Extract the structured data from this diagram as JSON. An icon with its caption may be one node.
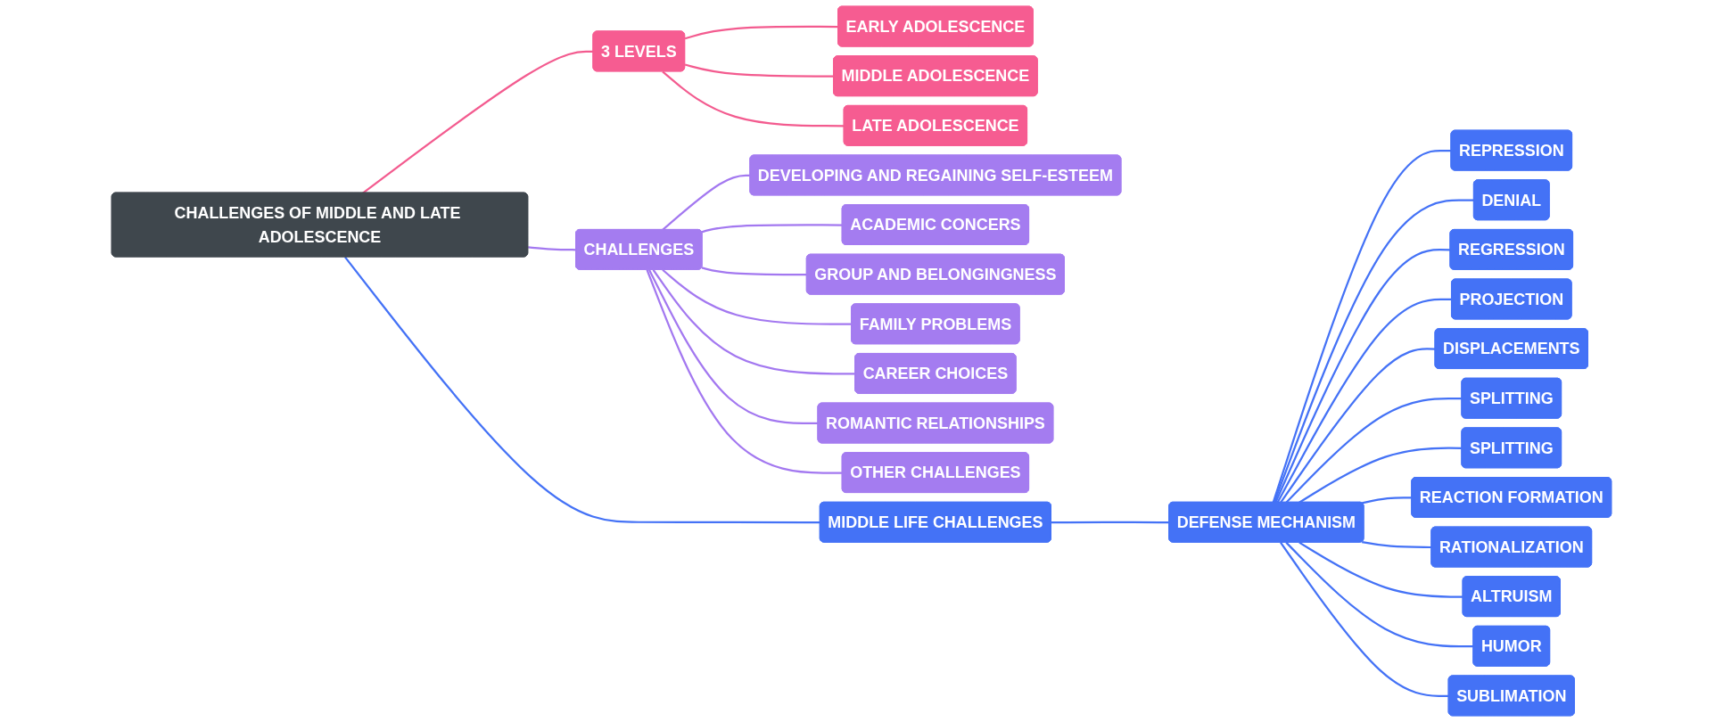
{
  "diagram": {
    "nodes": [
      {
        "text": [
          "CHALLENGES OF MIDDLE AND LATE ADOLESCENCE"
        ]
      },
      {
        "text": [
          "3 LEVELS"
        ]
      },
      {
        "text": [
          "EARLY ADOLESCENCE"
        ]
      },
      {
        "text": [
          "MIDDLE ADOLESCENCE"
        ]
      },
      {
        "text": [
          "LATE ADOLESCENCE"
        ]
      },
      {
        "text": [
          "CHALLENGES"
        ]
      },
      {
        "text": [
          "DEVELOPING AND REGAINING SELF-ESTEEM"
        ]
      },
      {
        "text": [
          "ACADEMIC CONCERS"
        ]
      },
      {
        "text": [
          "GROUP AND BELONGINGNESS"
        ]
      },
      {
        "text": [
          "FAMILY PROBLEMS"
        ]
      },
      {
        "text": [
          "CAREER CHOICES"
        ]
      },
      {
        "text": [
          "ROMANTIC RELATIONSHIPS"
        ]
      },
      {
        "text": [
          "OTHER CHALLENGES"
        ]
      },
      {
        "text": [
          "MIDDLE LIFE CHALLENGES"
        ]
      },
      {
        "text": [
          "DEFENSE MECHANISM"
        ]
      },
      {
        "text": [
          "REPRESSION"
        ]
      },
      {
        "text": [
          "DENIAL"
        ]
      },
      {
        "text": [
          "REGRESSION"
        ]
      },
      {
        "text": [
          "PROJECTION"
        ]
      },
      {
        "text": [
          "DISPLACEMENTS"
        ]
      },
      {
        "text": [
          "SPLITTING"
        ]
      },
      {
        "text": [
          "SPLITTING"
        ]
      },
      {
        "text": [
          "REACTION FORMATION"
        ]
      },
      {
        "text": [
          "RATIONALIZATION"
        ]
      },
      {
        "text": [
          "ALTRUISM"
        ]
      },
      {
        "text": [
          "HUMOR"
        ]
      },
      {
        "text": [
          "SUBLIMATION"
        ]
      }
    ],
    "edges": [
      {
        "from": 0,
        "to": 1,
        "arrow": "none",
        "color": "#f35b8f"
      },
      {
        "from": 1,
        "to": 2,
        "arrow": "none",
        "color": "#f35b8f"
      },
      {
        "from": 1,
        "to": 3,
        "arrow": "none",
        "color": "#f35b8f"
      },
      {
        "from": 1,
        "to": 4,
        "arrow": "none",
        "color": "#f35b8f"
      },
      {
        "from": 0,
        "to": 5,
        "arrow": "none",
        "color": "#a378f0"
      },
      {
        "from": 5,
        "to": 6,
        "arrow": "none",
        "color": "#a378f0"
      },
      {
        "from": 5,
        "to": 7,
        "arrow": "none",
        "color": "#a378f0"
      },
      {
        "from": 5,
        "to": 8,
        "arrow": "none",
        "color": "#a378f0"
      },
      {
        "from": 5,
        "to": 9,
        "arrow": "none",
        "color": "#a378f0"
      },
      {
        "from": 5,
        "to": 10,
        "arrow": "none",
        "color": "#a378f0"
      },
      {
        "from": 5,
        "to": 11,
        "arrow": "none",
        "color": "#a378f0"
      },
      {
        "from": 5,
        "to": 12,
        "arrow": "none",
        "color": "#a378f0"
      },
      {
        "from": 0,
        "to": 13,
        "arrow": "none"
      },
      {
        "from": 13,
        "to": 14,
        "arrow": "none"
      },
      {
        "from": 14,
        "to": 15,
        "arrow": "none"
      },
      {
        "from": 14,
        "to": 16,
        "arrow": "none"
      },
      {
        "from": 14,
        "to": 17,
        "arrow": "none"
      },
      {
        "from": 14,
        "to": 18,
        "arrow": "none"
      },
      {
        "from": 14,
        "to": 19,
        "arrow": "none"
      },
      {
        "from": 14,
        "to": 20,
        "arrow": "none"
      },
      {
        "from": 14,
        "to": 21,
        "arrow": "none"
      },
      {
        "from": 14,
        "to": 22,
        "arrow": "none"
      },
      {
        "from": 14,
        "to": 23,
        "arrow": "none"
      },
      {
        "from": 14,
        "to": 24,
        "arrow": "none"
      },
      {
        "from": 14,
        "to": 25,
        "arrow": "none"
      },
      {
        "from": 14,
        "to": 26,
        "arrow": "none"
      }
    ]
  }
}
